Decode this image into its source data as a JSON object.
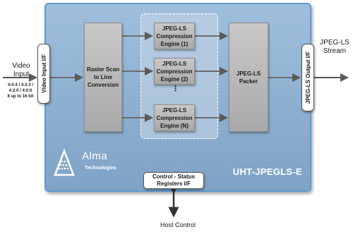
{
  "core": {
    "title": "UHT-JPEGLS-E"
  },
  "blocks": {
    "raster": [
      "Raster Scan",
      "to Line",
      "Conversion"
    ],
    "engine1": [
      "JPEG-LS",
      "Compression",
      "Engine (1)"
    ],
    "engine2": [
      "JPEG-LS",
      "Compression",
      "Engine (2)"
    ],
    "engineN": [
      "JPEG-LS",
      "Compression",
      "Engine (N)"
    ],
    "packer": [
      "JPEG-LS",
      "Packer"
    ],
    "ellipsis": "⋮"
  },
  "interfaces": {
    "video_input": "Video Input I/F",
    "jpegls_output": "JPEG-LS Output I/F",
    "control_status": [
      "Control - Status",
      "Registers I/F"
    ]
  },
  "labels": {
    "video_input": [
      "Video",
      "Input"
    ],
    "formats": [
      "4:4:4 / 4:2:2 /",
      "4:2:0 / 4:0:0",
      "8 up to 16 bit"
    ],
    "stream_output": [
      "JPEG-LS",
      "Stream"
    ],
    "host_control": "Host Control"
  },
  "logo": {
    "name": "Alma",
    "subtitle": "Technologies"
  },
  "colors": {
    "core_fill": "#8fb1d2",
    "core_border": "#5b9bd5",
    "block_fill": "#b8b8b8",
    "arrow": "#5a5a5a"
  }
}
